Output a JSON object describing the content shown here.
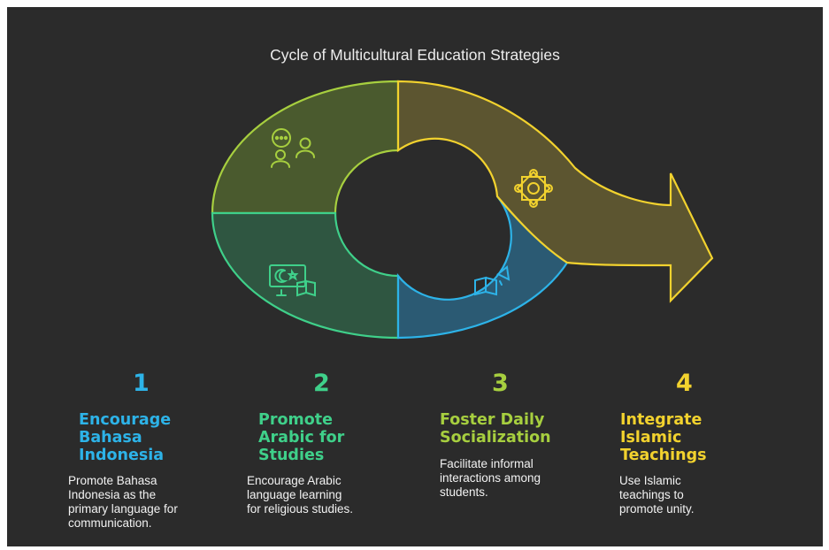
{
  "title": "Cycle of Multicultural Education Strategies",
  "colors": {
    "background": "#2b2b2b",
    "step1": "#2db3e8",
    "step2": "#3fd08a",
    "step3": "#a7cf3f",
    "step4": "#f2d22e"
  },
  "segments": [
    {
      "icon": "people-chat-icon",
      "color": "#a7cf3f"
    },
    {
      "icon": "mosque-book-icon",
      "color": "#3fd08a"
    },
    {
      "icon": "book-megaphone-icon",
      "color": "#2db3e8"
    },
    {
      "icon": "islamic-star-pattern-icon",
      "color": "#f2d22e"
    }
  ],
  "steps": [
    {
      "number": "1",
      "heading": "Encourage\nBahasa\nIndonesia",
      "description": "Promote Bahasa\nIndonesia as the\nprimary language for\ncommunication."
    },
    {
      "number": "2",
      "heading": "Promote\nArabic for\nStudies",
      "description": "Encourage Arabic\nlanguage learning\nfor religious studies."
    },
    {
      "number": "3",
      "heading": "Foster Daily\nSocialization",
      "description": "Facilitate informal\ninteractions among\nstudents."
    },
    {
      "number": "4",
      "heading": "Integrate\nIslamic\nTeachings",
      "description": "Use Islamic\nteachings to\npromote unity."
    }
  ]
}
